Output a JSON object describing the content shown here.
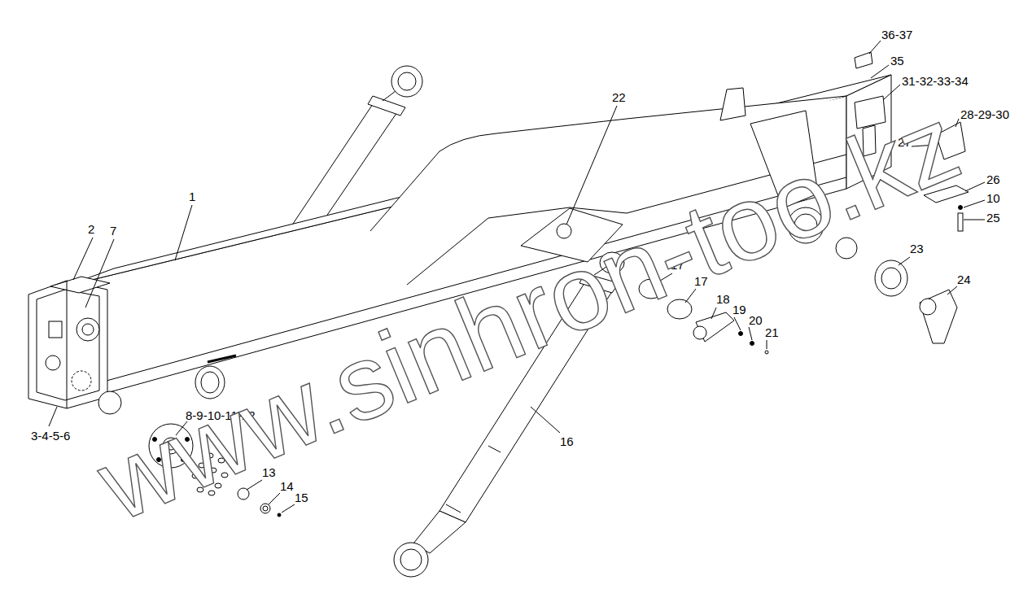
{
  "diagram": {
    "labels": [
      "36-37",
      "35",
      "31-32-33-34",
      "28-29-30",
      "27",
      "26",
      "10",
      "25",
      "22",
      "1",
      "2",
      "7",
      "17",
      "17",
      "23",
      "24",
      "18",
      "19",
      "20",
      "21",
      "3-4-5-6",
      "8-9-10-11-12",
      "13",
      "14",
      "15",
      "16",
      "www.sinhron-too.kz"
    ]
  }
}
